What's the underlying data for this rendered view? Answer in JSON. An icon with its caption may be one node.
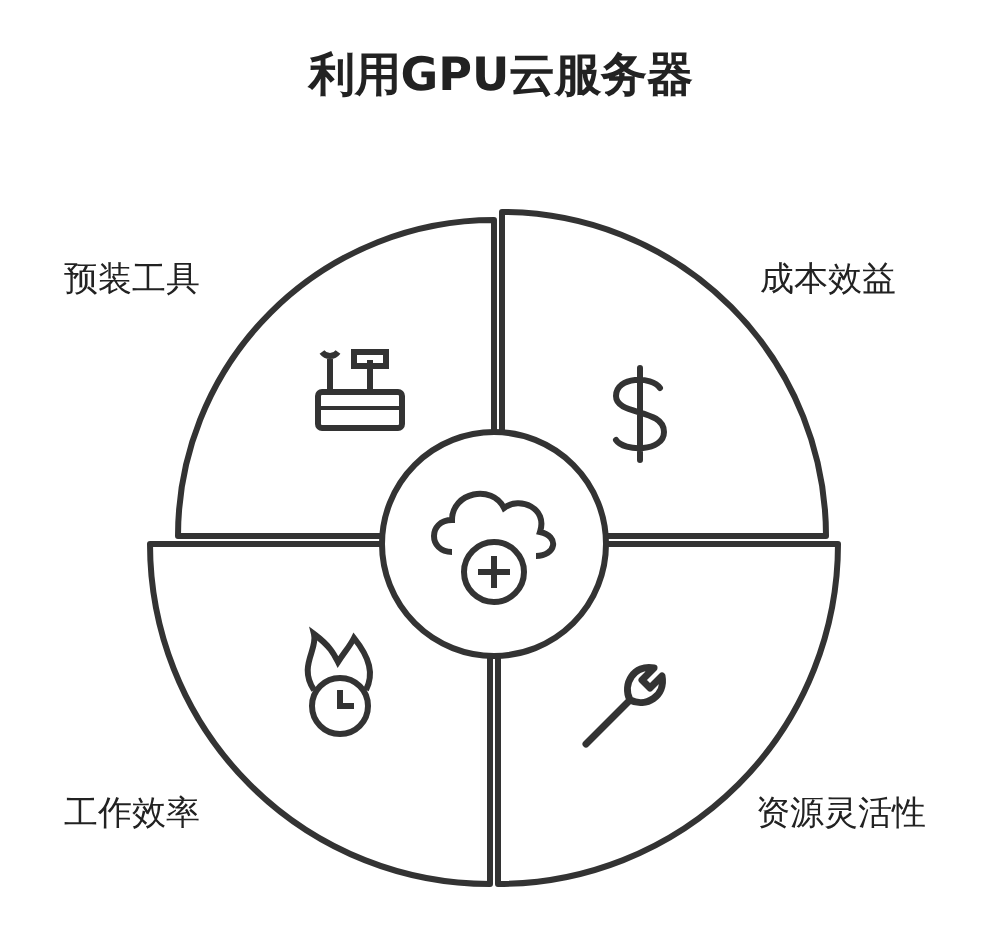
{
  "diagram": {
    "title": "利用GPU云服务器",
    "nodes": [
      {
        "text": [
          "预装工具"
        ]
      },
      {
        "text": [
          "成本效益"
        ]
      },
      {
        "text": [],
        "shape": "circle"
      },
      {
        "text": [
          "工作效率"
        ]
      },
      {
        "text": [
          "资源灵活性"
        ]
      }
    ]
  }
}
